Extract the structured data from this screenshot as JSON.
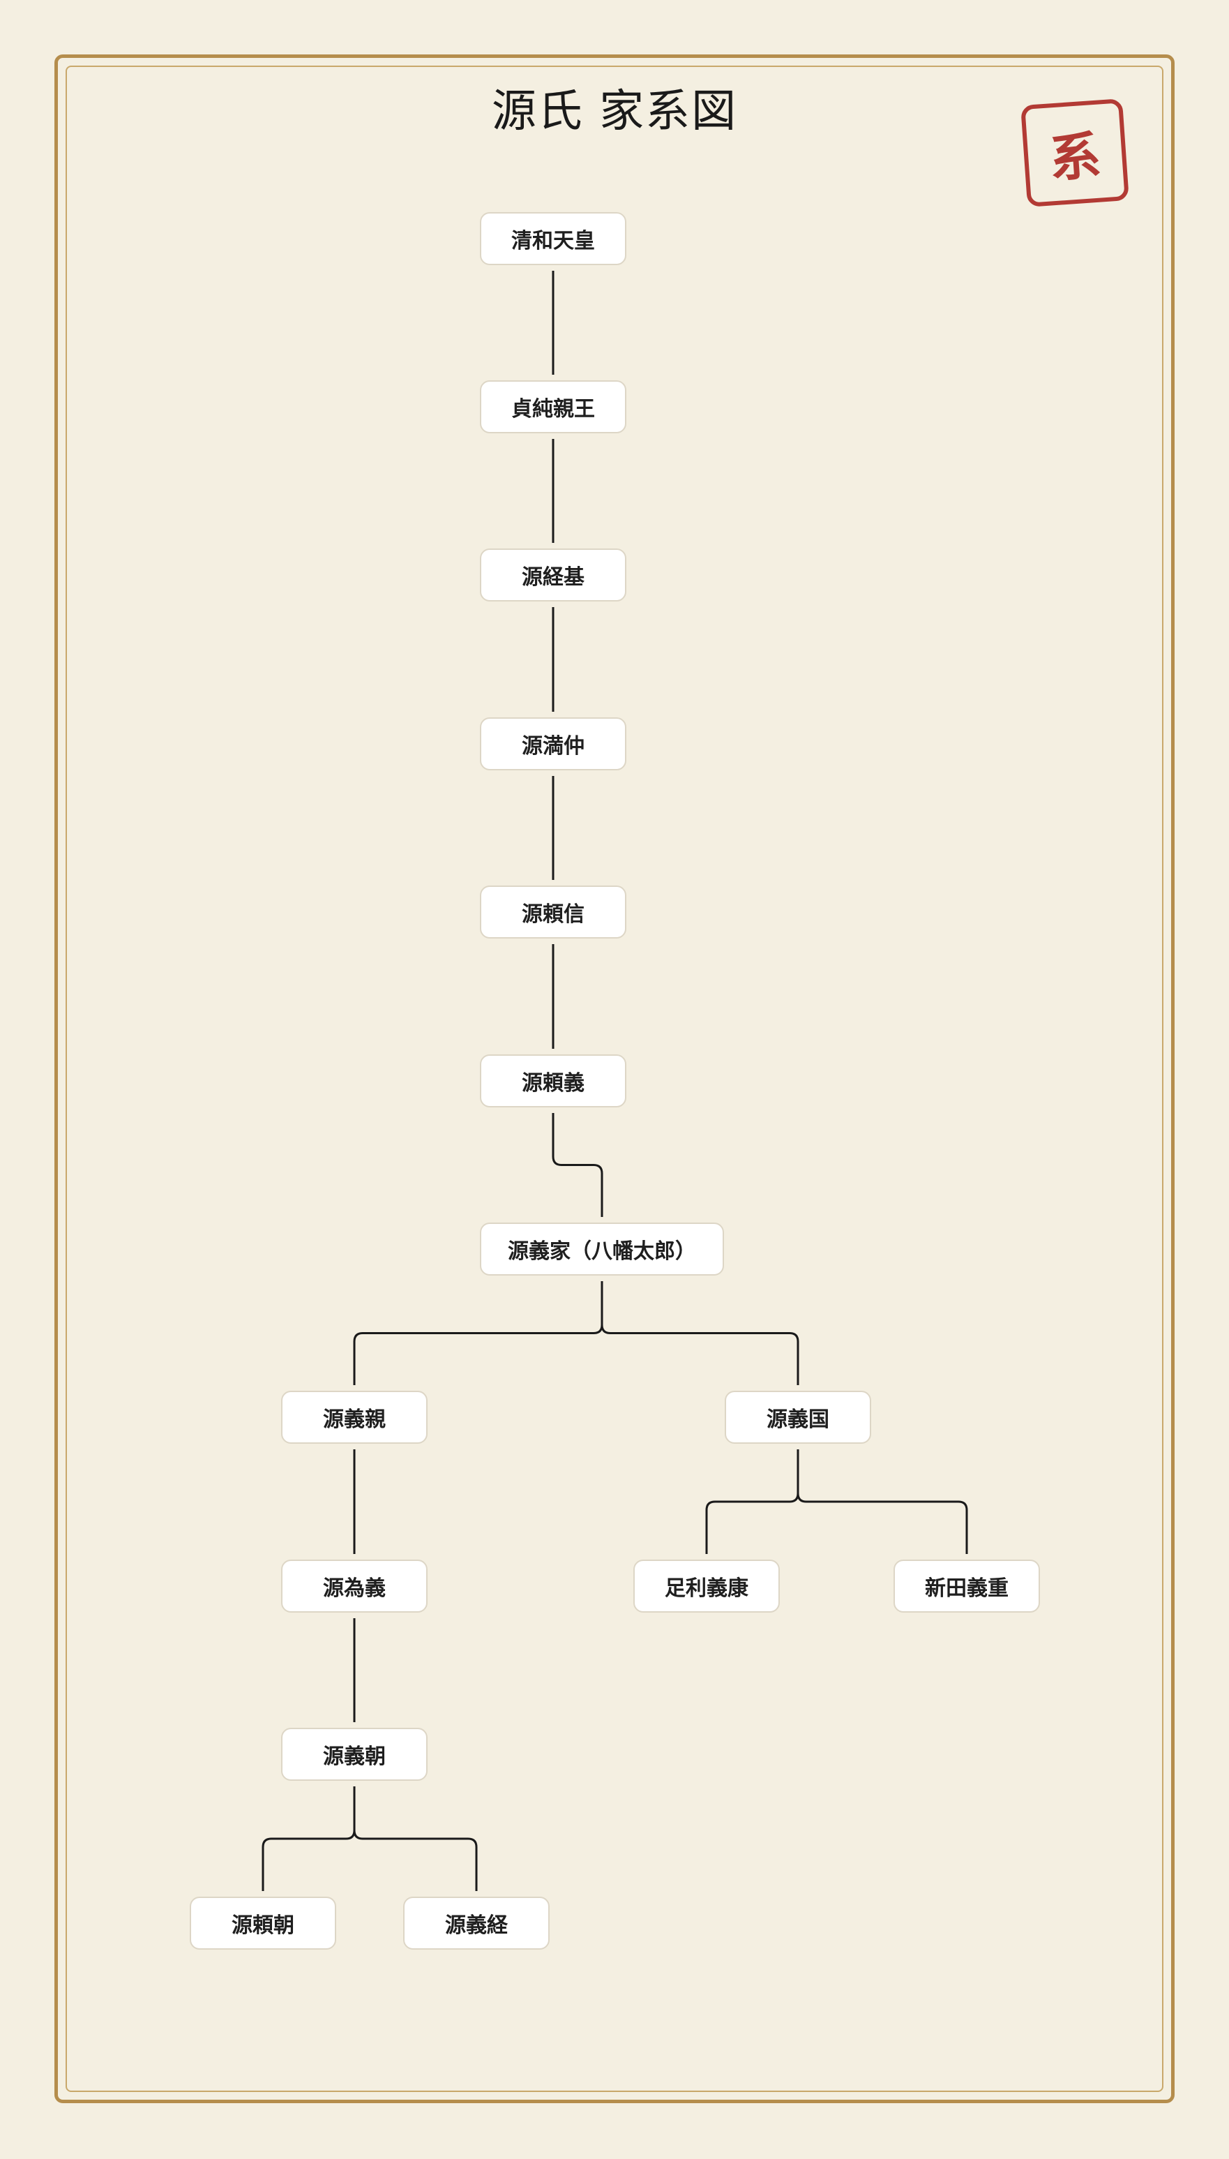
{
  "title": "源氏 家系図",
  "seal": "系",
  "colors": {
    "background": "#f4efe1",
    "frame": "#b58d4c",
    "seal": "#b23a34",
    "node_fill": "#ffffff",
    "node_border": "#ddd6c6",
    "line": "#1a1a1a"
  },
  "nodes": {
    "seiwa": "清和天皇",
    "sadazumi": "貞純親王",
    "tsunemoto": "源経基",
    "mitsunaka": "源満仲",
    "yorinobu": "源頼信",
    "yoriyoshi": "源頼義",
    "yoshiie": "源義家（八幡太郎）",
    "yoshichika": "源義親",
    "yoshikuni": "源義国",
    "tameyoshi": "源為義",
    "ashikaga": "足利義康",
    "nitta": "新田義重",
    "yoshitomo": "源義朝",
    "yoritomo": "源頼朝",
    "yoshitsune": "源義経"
  },
  "edges": [
    [
      "seiwa",
      "sadazumi"
    ],
    [
      "sadazumi",
      "tsunemoto"
    ],
    [
      "tsunemoto",
      "mitsunaka"
    ],
    [
      "mitsunaka",
      "yorinobu"
    ],
    [
      "yorinobu",
      "yoriyoshi"
    ],
    [
      "yoriyoshi",
      "yoshiie"
    ],
    [
      "yoshiie",
      "yoshichika"
    ],
    [
      "yoshiie",
      "yoshikuni"
    ],
    [
      "yoshichika",
      "tameyoshi"
    ],
    [
      "tameyoshi",
      "yoshitomo"
    ],
    [
      "yoshitomo",
      "yoritomo"
    ],
    [
      "yoshitomo",
      "yoshitsune"
    ],
    [
      "yoshikuni",
      "ashikaga"
    ],
    [
      "yoshikuni",
      "nitta"
    ]
  ]
}
